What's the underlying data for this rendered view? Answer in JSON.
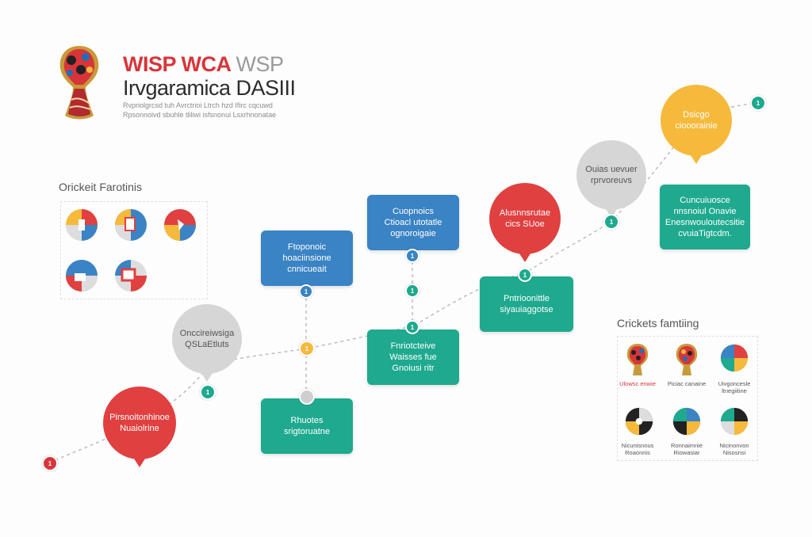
{
  "header": {
    "title_part1": "WISP WCA",
    "title_part2": "WSP",
    "title_line2": "Irvgaramica DASIII",
    "subtitle_lines": [
      "Rvpriolgrcsd tuh Avrctrioi Ltrch hzd Ifirc cqcuwd",
      "Rpsonnoivd sbuhle tliliwi isfsnonui   Lsxrhnonatae"
    ]
  },
  "sections": {
    "left_heading": "Orickeit Farotinis",
    "right_heading": "Crickets famtiing"
  },
  "right_grid": {
    "row1_labels": [
      "Ulowsc\nenwie",
      "Piciac\ncanaine",
      "Uivgoncesle\nltnegiitine"
    ],
    "row2_labels": [
      "Nicunisnnus\nRoaonnis",
      "Ronnaimnie\nRiowasiar",
      "Nicinonvon\nNisosnsi"
    ]
  },
  "flow": {
    "boxes": [
      {
        "text": "Ftoponoic\nhoaciinsione\ncnnicueait",
        "color": "blue"
      },
      {
        "text": "Cuopnoics\nCtioacl utotatle\nognoroigaie",
        "color": "blue"
      },
      {
        "text": "Rhuotes\nsrigtoruatne",
        "color": "green"
      },
      {
        "text": "Fnriotcteive\nWaisses fue Gnoiusi ritr",
        "color": "green"
      },
      {
        "text": "Pntrioonittle\nsiyauiaggotse",
        "color": "green"
      },
      {
        "text": "Cuncuiuosce\nnnsnoiul Onavie\nEnesnwouloutecsitie\ncvuiaTigtcdm.",
        "color": "green"
      }
    ],
    "bubbles": [
      {
        "text": "Pirsnoitonhinoe\nNuaiolrine",
        "color": "red"
      },
      {
        "text": "Onccireiwsiga\nQSLaEtluts",
        "color": "gray"
      },
      {
        "text": "Alusnnsrutae\ncics SUoe",
        "color": "red"
      },
      {
        "text": "Ouias uevuer\nrprvoreuvs",
        "color": "gray"
      },
      {
        "text": "Dsicgo\nciooorainie",
        "color": "yellow"
      }
    ],
    "node_labels": [
      "1",
      "1",
      "1",
      "1",
      "1",
      "1",
      "1",
      "1",
      "1",
      "1"
    ]
  },
  "colors": {
    "red": "#d8353a",
    "blue": "#3a83c4",
    "green": "#1fa98e",
    "yellow": "#f6b93b",
    "gray": "#d6d6d6"
  }
}
